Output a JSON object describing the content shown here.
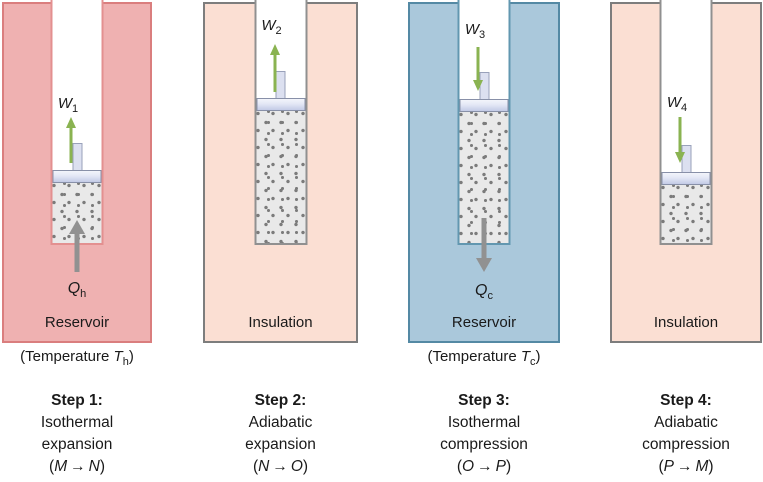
{
  "figure": "Carnot cycle four-step piston diagram",
  "colors": {
    "hot_bg": "#efb1b1",
    "hot_border": "#da7e7e",
    "hot_channel": "#e39090",
    "ins_bg": "#fbdfd3",
    "ins_border": "#7d7d7d",
    "ins_channel": "#909090",
    "cold_bg": "#aac8db",
    "cold_border": "#5489a4",
    "cold_channel": "#6297b0",
    "work_arrow": "#8ab351",
    "heat_arrow": "#919191",
    "text": "#1a1a1a"
  },
  "panels": [
    {
      "theme": "hot",
      "work": {
        "base": "W",
        "sub": "1"
      },
      "heat": {
        "base": "Q",
        "sub": "h"
      },
      "box_label": "Reservoir",
      "temperature": {
        "prefix": "(Temperature ",
        "symbol": "T",
        "sub": "h",
        "suffix": ")"
      },
      "step": {
        "title": "Step 1:",
        "line1": "Isothermal",
        "line2": "expansion",
        "transition": {
          "open": "(",
          "from": "M",
          "arrow": "→",
          "to": "N",
          "close": ")"
        }
      }
    },
    {
      "theme": "insulation",
      "work": {
        "base": "W",
        "sub": "2"
      },
      "box_label": "Insulation",
      "step": {
        "title": "Step 2:",
        "line1": "Adiabatic",
        "line2": "expansion",
        "transition": {
          "open": "(",
          "from": "N",
          "arrow": "→",
          "to": "O",
          "close": ")"
        }
      }
    },
    {
      "theme": "cold",
      "work": {
        "base": "W",
        "sub": "3"
      },
      "heat": {
        "base": "Q",
        "sub": "c"
      },
      "box_label": "Reservoir",
      "temperature": {
        "prefix": "(Temperature ",
        "symbol": "T",
        "sub": "c",
        "suffix": ")"
      },
      "step": {
        "title": "Step 3:",
        "line1": "Isothermal",
        "line2": "compression",
        "transition": {
          "open": "(",
          "from": "O",
          "arrow": "→",
          "to": "P",
          "close": ")"
        }
      }
    },
    {
      "theme": "insulation",
      "work": {
        "base": "W",
        "sub": "4"
      },
      "box_label": "Insulation",
      "step": {
        "title": "Step 4:",
        "line1": "Adiabatic",
        "line2": "compression",
        "transition": {
          "open": "(",
          "from": "P",
          "arrow": "→",
          "to": "M",
          "close": ")"
        }
      }
    }
  ]
}
